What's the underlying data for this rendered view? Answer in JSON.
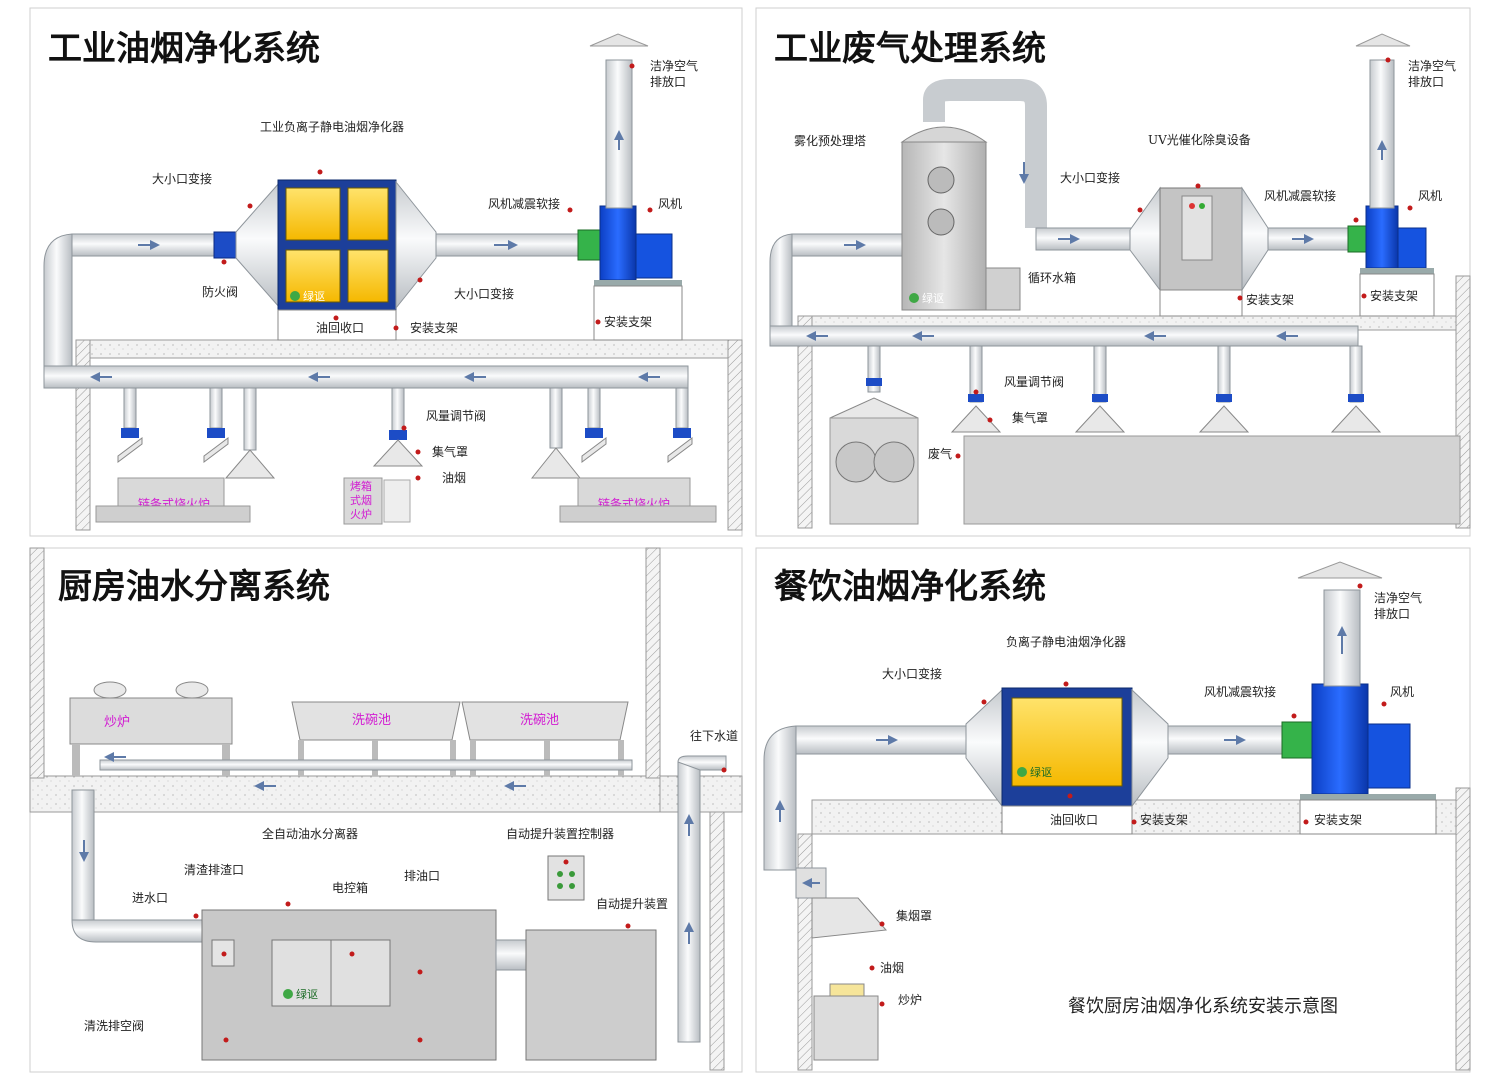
{
  "panels": {
    "p1": {
      "title": "工业油烟净化系统",
      "labels": {
        "purifier": "工业负离子静电油烟净化器",
        "reducer_in": "大小口变接",
        "reducer_out": "大小口变接",
        "fan_soft": "风机减震软接",
        "fan": "风机",
        "exhaust_1": "洁净空气",
        "exhaust_2": "排放口",
        "fire_valve": "防火阀",
        "oil_port": "油回收口",
        "bracket": "安装支架",
        "bracket_fan": "安装支架",
        "air_valve": "风量调节阀",
        "hood": "集气罩",
        "smoke": "油烟",
        "stove_left": "链条式烧火炉",
        "stove_right": "链条式烧火炉",
        "oven_1": "烤箱",
        "oven_2": "式烟",
        "oven_3": "火炉",
        "brand": "绿讴"
      }
    },
    "p2": {
      "title": "工业废气处理系统",
      "labels": {
        "tower": "雾化预处理塔",
        "uv": "UV光催化除臭设备",
        "reducer": "大小口变接",
        "fan_soft": "风机减震软接",
        "fan": "风机",
        "exhaust_1": "洁净空气",
        "exhaust_2": "排放口",
        "tank": "循环水箱",
        "bracket_uv": "安装支架",
        "bracket_fan": "安装支架",
        "air_valve": "风量调节阀",
        "hood": "集气罩",
        "waste_gas": "废气",
        "brand": "绿讴"
      }
    },
    "p3": {
      "title": "厨房油水分离系统",
      "labels": {
        "stove": "炒炉",
        "sink_1": "洗碗池",
        "sink_2": "洗碗池",
        "sewer": "往下水道",
        "separator": "全自动油水分离器",
        "controller": "自动提升装置控制器",
        "slag_port": "清渣排渣口",
        "inlet": "进水口",
        "elec_box": "电控箱",
        "oil_out": "排油口",
        "lifter": "自动提升装置",
        "drain_valve": "清洗排空阀",
        "brand": "绿讴"
      }
    },
    "p4": {
      "title": "餐饮油烟净化系统",
      "labels": {
        "purifier": "负离子静电油烟净化器",
        "reducer": "大小口变接",
        "fan_soft": "风机减震软接",
        "fan": "风机",
        "exhaust_1": "洁净空气",
        "exhaust_2": "排放口",
        "oil_port": "油回收口",
        "bracket": "安装支架",
        "bracket_fan": "安装支架",
        "hood": "集烟罩",
        "smoke": "油烟",
        "stove": "炒炉",
        "caption": "餐饮厨房油烟净化系统安装示意图",
        "brand": "绿讴"
      }
    }
  },
  "colors": {
    "duct": "#e9ebed",
    "duct_edge": "#8e959b",
    "purifier_frame": "#1c3f9a",
    "purifier_core": "#ffd63a",
    "fan": "#1553e0",
    "soft_joint": "#35b34a",
    "leader_dot": "#c21b1b",
    "stove_text": "#d21bd2",
    "floor": "#f1f1f1"
  }
}
